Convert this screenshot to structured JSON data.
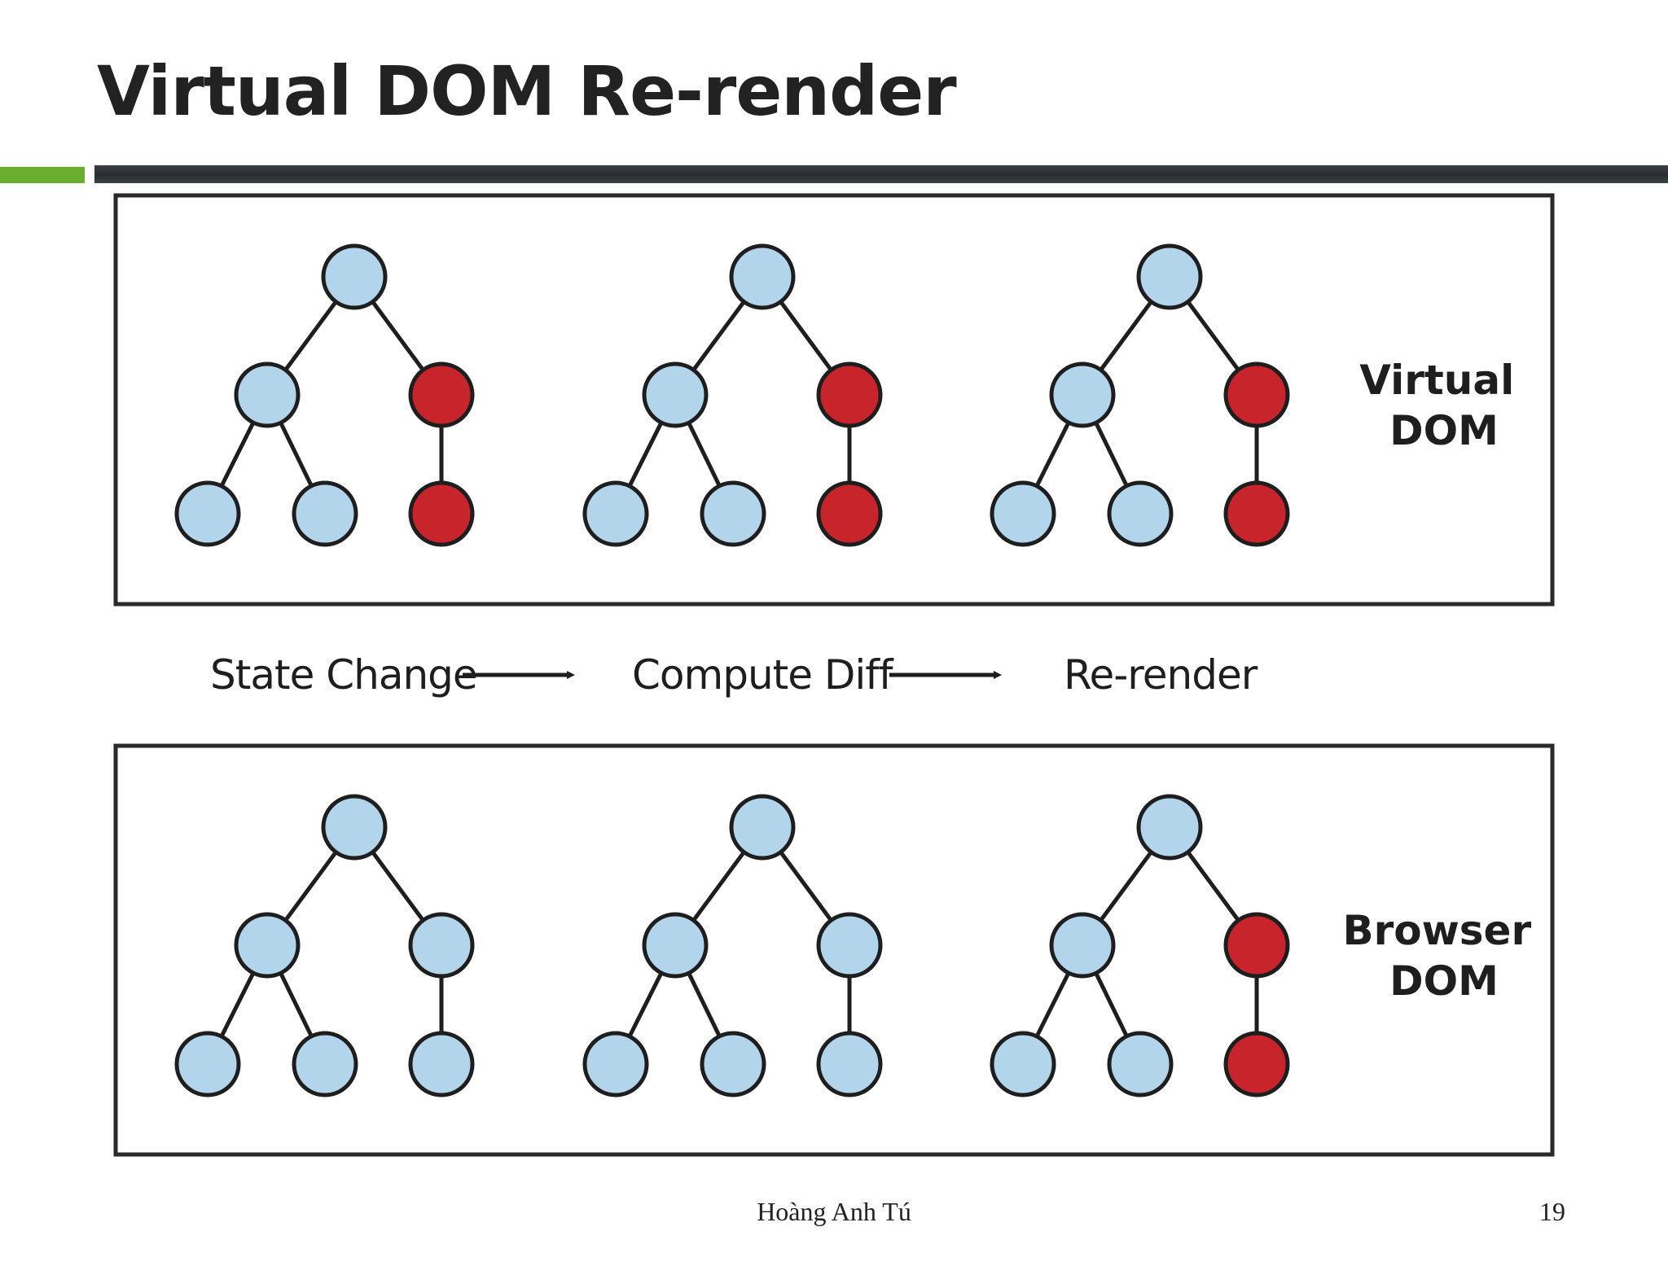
{
  "slide": {
    "title": "Virtual DOM Re-render",
    "author": "Hoàng Anh Tú",
    "page_number": "19"
  },
  "colors": {
    "node_normal": "#b3d5ec",
    "node_changed": "#c8242c",
    "stroke": "#1e1e1e",
    "accent_green": "#6aae2f",
    "rule_dark": "#2f3338"
  },
  "diagram": {
    "panels": [
      {
        "id": "virtual",
        "label_lines": [
          "Virtual",
          "DOM"
        ],
        "trees": [
          {
            "changed": [
              "right",
              "rightChild"
            ]
          },
          {
            "changed": [
              "right",
              "rightChild"
            ]
          },
          {
            "changed": [
              "right",
              "rightChild"
            ]
          }
        ]
      },
      {
        "id": "browser",
        "label_lines": [
          "Browser",
          "DOM"
        ],
        "trees": [
          {
            "changed": []
          },
          {
            "changed": []
          },
          {
            "changed": [
              "right",
              "rightChild"
            ]
          }
        ]
      }
    ],
    "steps": [
      "State Change",
      "Compute Diff",
      "Re-render"
    ]
  }
}
